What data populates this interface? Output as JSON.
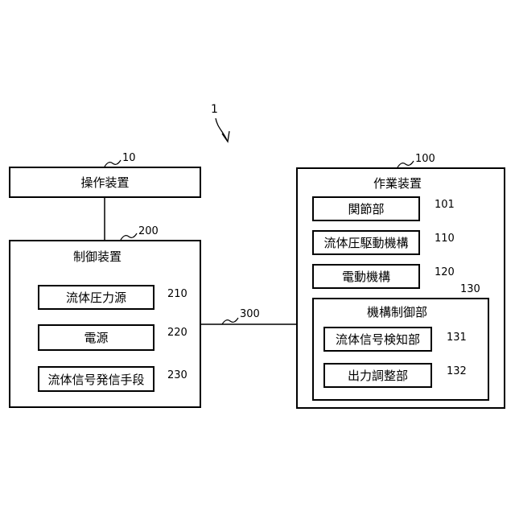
{
  "system": {
    "ref": "1"
  },
  "operation_device": {
    "label": "操作装置",
    "ref": "10"
  },
  "control_device": {
    "label": "制御装置",
    "ref": "200",
    "items": [
      {
        "label": "流体圧力源",
        "ref": "210"
      },
      {
        "label": "電源",
        "ref": "220"
      },
      {
        "label": "流体信号発信手段",
        "ref": "230"
      }
    ]
  },
  "connection": {
    "ref": "300"
  },
  "work_device": {
    "label": "作業装置",
    "ref": "100",
    "items": [
      {
        "label": "関節部",
        "ref": "101"
      },
      {
        "label": "流体圧駆動機構",
        "ref": "110"
      },
      {
        "label": "電動機構",
        "ref": "120"
      }
    ],
    "mechanism_controller": {
      "label": "機構制御部",
      "ref": "130",
      "items": [
        {
          "label": "流体信号検知部",
          "ref": "131"
        },
        {
          "label": "出力調整部",
          "ref": "132"
        }
      ]
    }
  }
}
